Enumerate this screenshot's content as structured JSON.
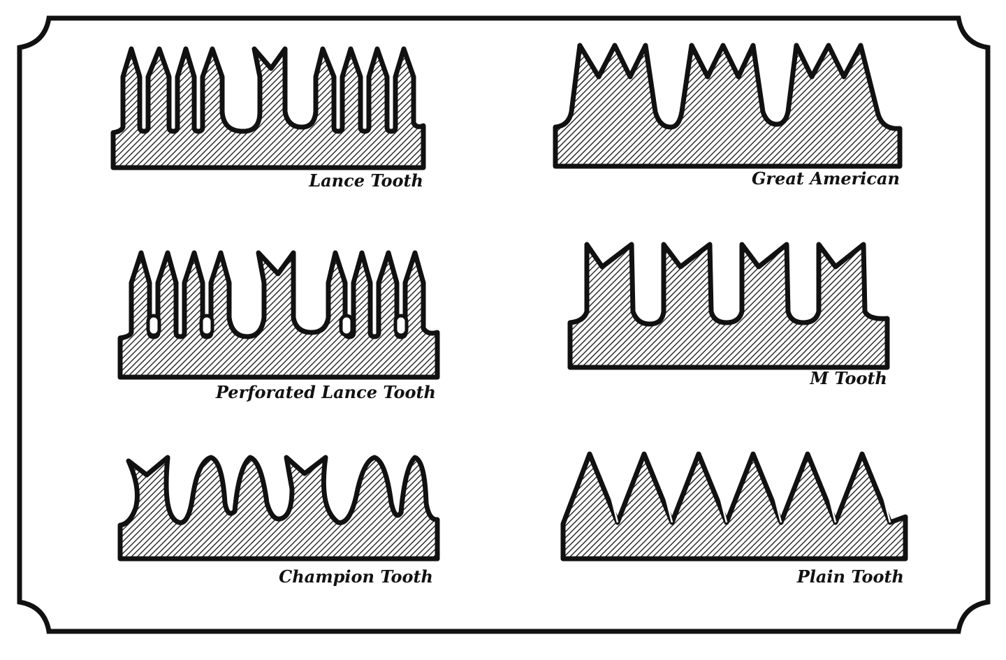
{
  "colors": {
    "ink": "#111111",
    "paper": "#ffffff"
  },
  "icons": [
    "saw-tooth-profile-icon"
  ],
  "diagram": {
    "patterns": [
      {
        "key": "lance",
        "label": "Lance Tooth"
      },
      {
        "key": "great_american",
        "label": "Great American"
      },
      {
        "key": "perforated_lance",
        "label": "Perforated Lance Tooth"
      },
      {
        "key": "m_tooth",
        "label": "M Tooth"
      },
      {
        "key": "champion",
        "label": "Champion Tooth"
      },
      {
        "key": "plain",
        "label": "Plain Tooth"
      }
    ]
  }
}
